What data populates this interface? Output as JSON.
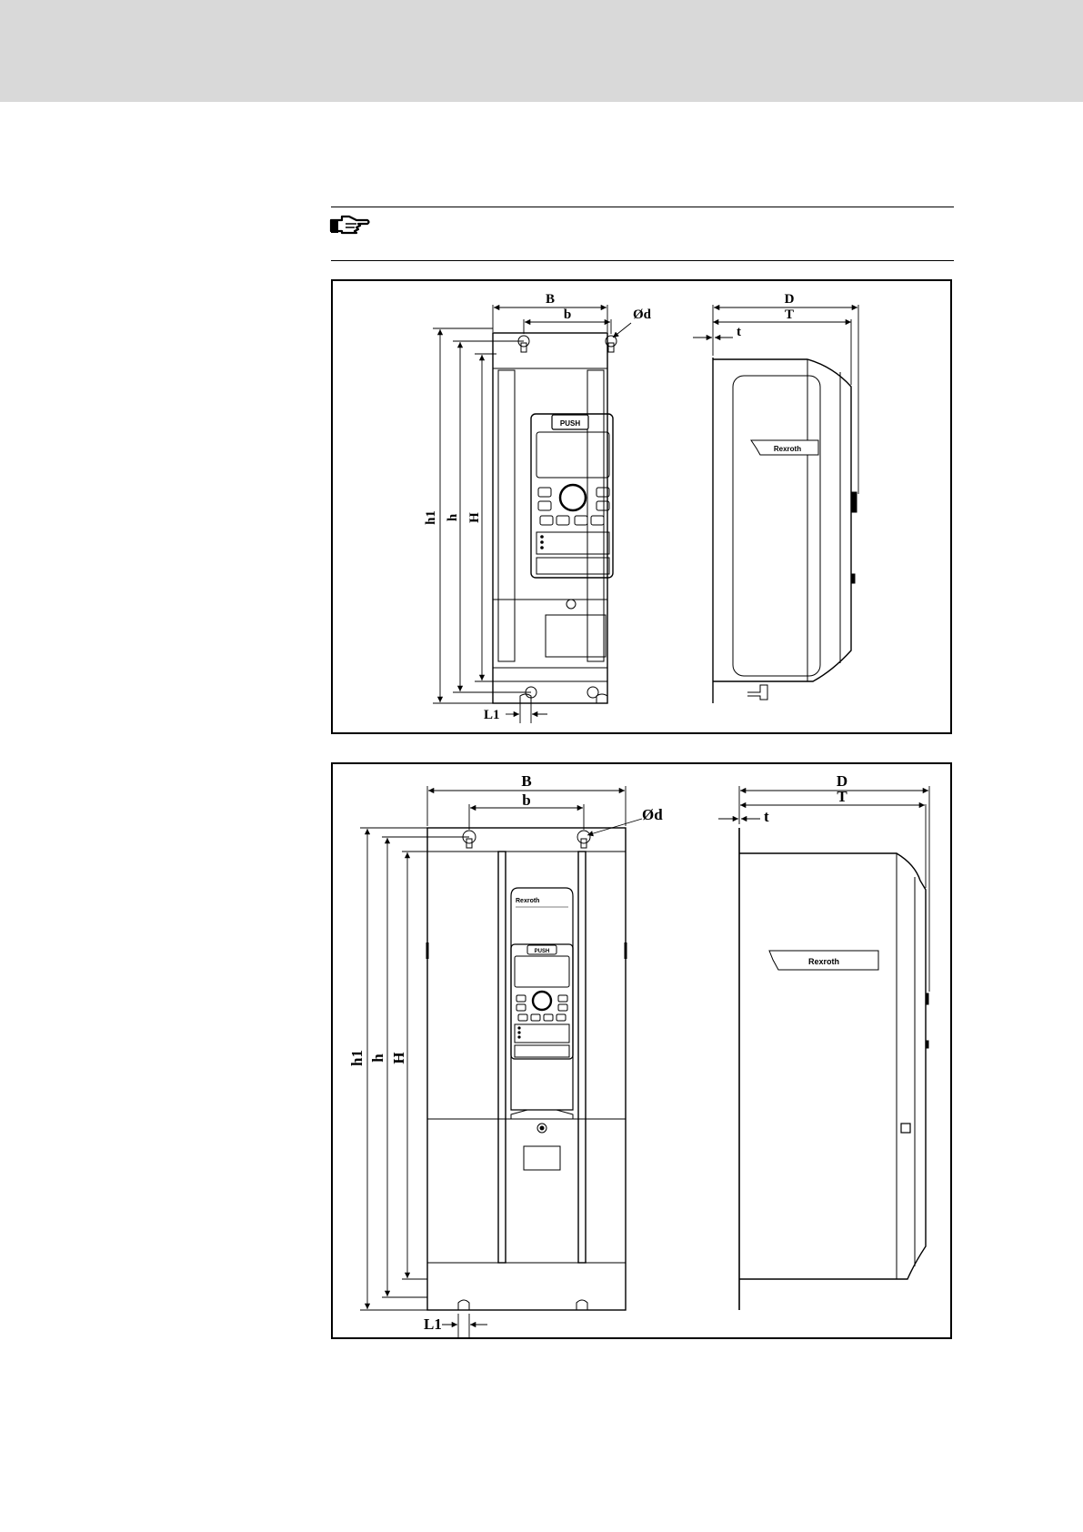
{
  "figure_top": {
    "labels": {
      "B": "B",
      "b": "b",
      "d": "Ød",
      "D": "D",
      "T": "T",
      "t": "t",
      "h1": "h1",
      "h": "h",
      "H": "H",
      "L1": "L1"
    },
    "push_label": "PUSH",
    "brand_label": "Rexroth"
  },
  "figure_bottom": {
    "labels": {
      "B": "B",
      "b": "b",
      "d": "Ød",
      "D": "D",
      "T": "T",
      "t": "t",
      "h1": "h1",
      "h": "h",
      "H": "H",
      "L1": "L1"
    },
    "push_label": "PUSH",
    "brand_label": "Rexroth",
    "front_brand_label": "Rexroth"
  }
}
